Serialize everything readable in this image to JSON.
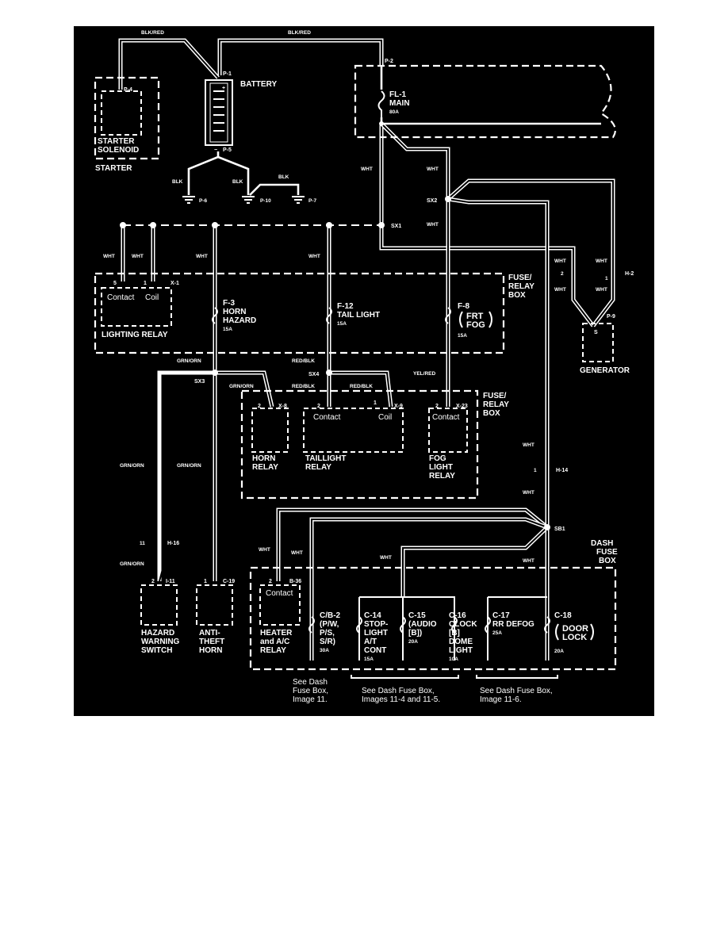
{
  "wire_colors": {
    "blk_red": "BLK/RED",
    "blk": "BLK",
    "wht": "WHT",
    "grn_orn": "GRN/ORN",
    "red_blk": "RED/BLK",
    "yel_red": "YEL/RED"
  },
  "points": {
    "p1": "P-1",
    "p2": "P-2",
    "p4": "P-4",
    "p5": "P-5",
    "p6": "P-6",
    "p7": "P-7",
    "p9": "P-9",
    "p10": "P-10",
    "sx1": "SX1",
    "sx2": "SX2",
    "sx3": "SX3",
    "sx4": "SX4",
    "sb1": "SB1",
    "x1": "X-1",
    "x8": "X-8",
    "x9": "X-9",
    "x23": "X-23",
    "h2": "H-2",
    "h14": "H-14",
    "h16": "H-16",
    "i11": "I-11",
    "c19": "C-19",
    "b36": "B-36"
  },
  "pins": {
    "p5": "5",
    "p1": "1",
    "p2": "2",
    "p11": "11"
  },
  "battery": {
    "label": "BATTERY",
    "plus": "+",
    "minus": "−"
  },
  "starter": {
    "name1": "STARTER",
    "name2": "SOLENOID",
    "box": "STARTER"
  },
  "fl1": {
    "id": "FL-1",
    "name": "MAIN",
    "amps": "80A"
  },
  "fuse_relay_box": {
    "line1": "FUSE/",
    "line2": "RELAY",
    "line3": "BOX"
  },
  "lighting_relay": {
    "contact": "Contact",
    "coil": "Coil",
    "name": "LIGHTING RELAY"
  },
  "f3": {
    "id": "F-3",
    "l1": "HORN",
    "l2": "HAZARD",
    "amps": "15A"
  },
  "f12": {
    "id": "F-12",
    "l1": "TAIL LIGHT",
    "amps": "15A"
  },
  "f8": {
    "id": "F-8",
    "l1": "FRT",
    "l2": "FOG",
    "amps": "15A"
  },
  "generator": {
    "s": "S",
    "name": "GENERATOR"
  },
  "horn_relay": {
    "l1": "HORN",
    "l2": "RELAY"
  },
  "taillight_relay": {
    "contact": "Contact",
    "coil": "Coil",
    "l1": "TAILLIGHT",
    "l2": "RELAY"
  },
  "fog_relay": {
    "contact": "Contact",
    "l1": "FOG",
    "l2": "LIGHT",
    "l3": "RELAY"
  },
  "hazard_switch": {
    "l1": "HAZARD",
    "l2": "WARNING",
    "l3": "SWITCH"
  },
  "anti_theft": {
    "l1": "ANTI-",
    "l2": "THEFT",
    "l3": "HORN"
  },
  "heater_relay": {
    "contact": "Contact",
    "l1": "HEATER",
    "l2": "and A/C",
    "l3": "RELAY"
  },
  "dash_fuse_box": {
    "l1": "DASH",
    "l2": "FUSE",
    "l3": "BOX"
  },
  "cb2": {
    "id": "C/B-2",
    "l1": "(P/W,",
    "l2": "P/S,",
    "l3": "S/R)",
    "amps": "30A"
  },
  "c14": {
    "id": "C-14",
    "l1": "STOP-",
    "l2": "LIGHT",
    "l3": "A/T",
    "l4": "CONT",
    "amps": "15A"
  },
  "c15": {
    "id": "C-15",
    "l1": "(AUDIO",
    "l2": "[B])",
    "amps": "20A"
  },
  "c16": {
    "id": "C-16",
    "l1": "CLOCK",
    "l2": "[B]",
    "l3": "DOME",
    "l4": "LIGHT",
    "amps": "10A"
  },
  "c17": {
    "id": "C-17",
    "l1": "RR DEFOG",
    "amps": "25A"
  },
  "c18": {
    "id": "C-18",
    "l1": "DOOR",
    "l2": "LOCK",
    "amps": "20A"
  },
  "notes": {
    "n1a": "See Dash",
    "n1b": "Fuse Box,",
    "n1c": "Image 11.",
    "n2a": "See Dash Fuse Box,",
    "n2b": "Images 11-4 and 11-5.",
    "n3a": "See Dash Fuse Box,",
    "n3b": "Image 11-6."
  }
}
